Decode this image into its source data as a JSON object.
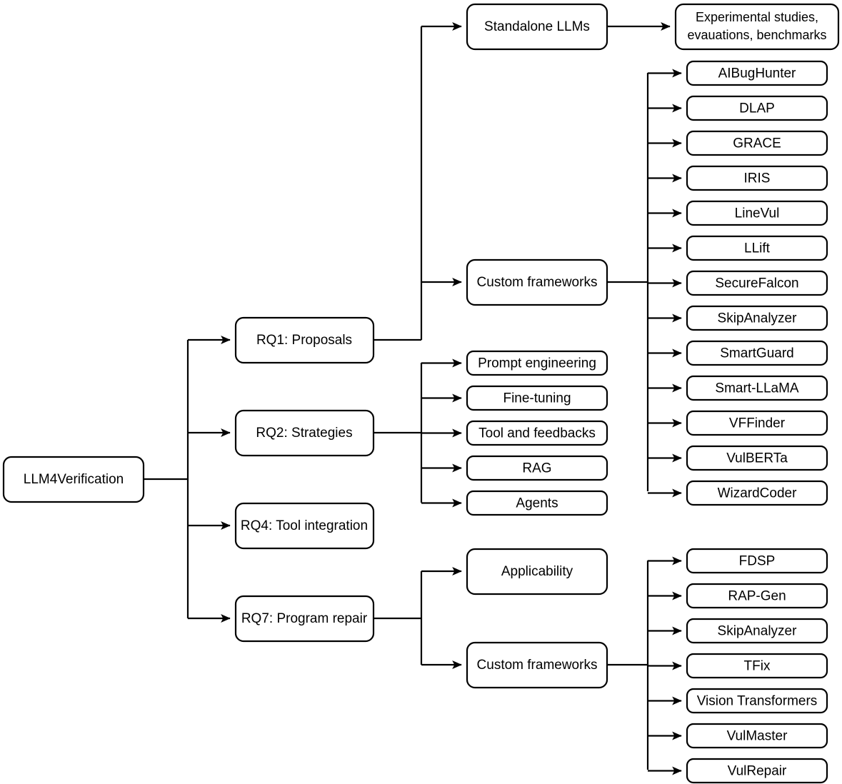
{
  "diagram": {
    "type": "tree-taxonomy",
    "title": "LLM4Verification",
    "orientation": "left-to-right",
    "colors": {
      "background": "#ffffff",
      "node_fill": "#ffffff",
      "stroke": "#000000",
      "text": "#000000"
    },
    "root": {
      "label": "LLM4Verification"
    },
    "research_questions": [
      {
        "label": "RQ1: Proposals"
      },
      {
        "label": "RQ2: Strategies"
      },
      {
        "label": "RQ4: Tool integration"
      },
      {
        "label": "RQ7: Program repair"
      }
    ],
    "rq1_children": [
      {
        "label": "Standalone LLMs"
      },
      {
        "label": "Custom frameworks"
      }
    ],
    "standalone_llms_child": {
      "line1": "Experimental studies,",
      "line2": "evauations, benchmarks"
    },
    "rq1_custom_frameworks": [
      {
        "label": "AIBugHunter"
      },
      {
        "label": "DLAP"
      },
      {
        "label": "GRACE"
      },
      {
        "label": "IRIS"
      },
      {
        "label": "LineVul"
      },
      {
        "label": "LLift"
      },
      {
        "label": "SecureFalcon"
      },
      {
        "label": "SkipAnalyzer"
      },
      {
        "label": "SmartGuard"
      },
      {
        "label": "Smart-LLaMA"
      },
      {
        "label": "VFFinder"
      },
      {
        "label": "VulBERTa"
      },
      {
        "label": "WizardCoder"
      }
    ],
    "rq2_strategies": [
      {
        "label": "Prompt engineering"
      },
      {
        "label": "Fine-tuning"
      },
      {
        "label": "Tool and feedbacks"
      },
      {
        "label": "RAG"
      },
      {
        "label": "Agents"
      }
    ],
    "rq7_children": [
      {
        "label": "Applicability"
      },
      {
        "label": "Custom frameworks"
      }
    ],
    "rq7_custom_frameworks": [
      {
        "label": "FDSP"
      },
      {
        "label": "RAP-Gen"
      },
      {
        "label": "SkipAnalyzer"
      },
      {
        "label": "TFix"
      },
      {
        "label": "Vision Transformers"
      },
      {
        "label": "VulMaster"
      },
      {
        "label": "VulRepair"
      }
    ]
  }
}
